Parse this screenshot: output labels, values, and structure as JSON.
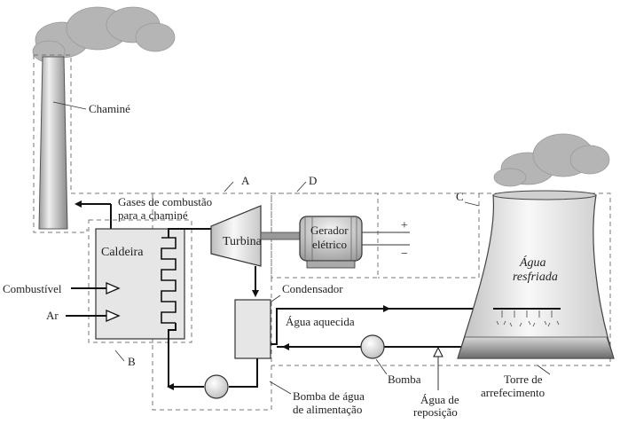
{
  "diagram": {
    "labels": {
      "chimney": "Chaminé",
      "flue_gases_line1": "Gases de combustão",
      "flue_gases_line2": "para a chaminé",
      "region_a": "A",
      "region_b": "B",
      "region_c": "C",
      "region_d": "D",
      "boiler": "Caldeira",
      "turbine": "Turbina",
      "generator_line1": "Gerador",
      "generator_line2": "elétrico",
      "plus": "+",
      "minus": "−",
      "fuel": "Combustível",
      "air": "Ar",
      "condenser": "Condensador",
      "heated_water": "Água aquecida",
      "cooled_water_line1": "Água",
      "cooled_water_line2": "resfriada",
      "pump": "Bomba",
      "makeup_water_line1": "Água de",
      "makeup_water_line2": "reposição",
      "cooling_tower_line1": "Torre de",
      "cooling_tower_line2": "arrefecimento",
      "feed_pump_line1": "Bomba de água",
      "feed_pump_line2": "de alimentação"
    },
    "colors": {
      "line": "#111111",
      "dashed_boundary": "#777777",
      "boiler_fill": "#e6e6e6",
      "smoke": "#b5b5b5"
    }
  }
}
